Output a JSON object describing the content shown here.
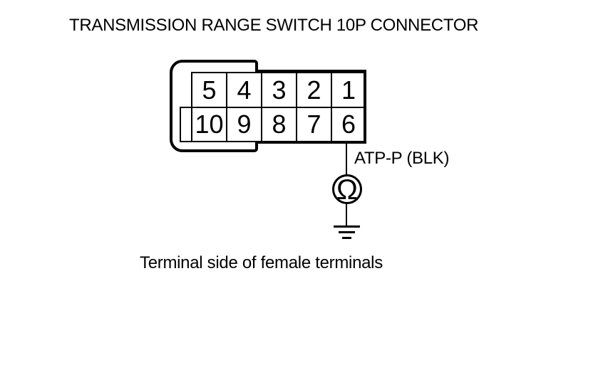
{
  "title": "TRANSMISSION RANGE SWITCH 10P CONNECTOR",
  "caption": "Terminal side of female terminals",
  "connector": {
    "pins_top": [
      "5",
      "4",
      "3",
      "2",
      "1"
    ],
    "pins_bottom": [
      "10",
      "9",
      "8",
      "7",
      "6"
    ]
  },
  "probe": {
    "wire_label": "ATP-P (BLK)",
    "from_pin": "6",
    "meter_symbol": "Ω"
  },
  "colors": {
    "line": "#000000",
    "background": "#ffffff"
  }
}
